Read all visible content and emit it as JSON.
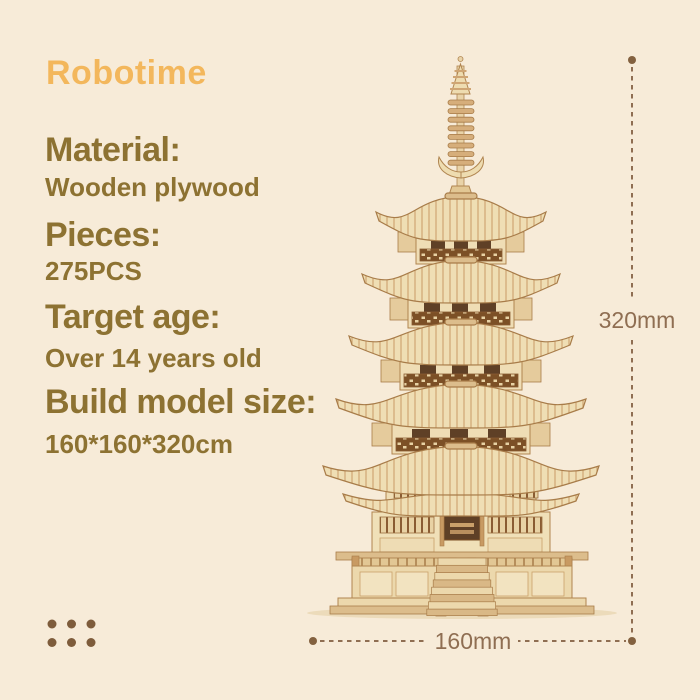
{
  "background_color": "#f7ebd8",
  "brand": {
    "label": "Robotime",
    "color": "#f3b75c"
  },
  "specs": [
    {
      "label": "Material:",
      "value": "Wooden plywood"
    },
    {
      "label": "Pieces:",
      "value": "275PCS"
    },
    {
      "label": "Target age:",
      "value": "Over 14 years old"
    },
    {
      "label": "Build model size:",
      "value": "160*160*320cm"
    }
  ],
  "spec_text_color": "#8d7232",
  "dimensions": {
    "height_label": "320mm",
    "width_label": "160mm",
    "annotation_color": "#8f6e52"
  },
  "illustration": {
    "name": "wooden-five-story-pagoda-3d-puzzle-model",
    "wood_light": "#f0dfb6",
    "wood_mid": "#d9b886",
    "wood_dark": "#7c5026"
  },
  "decor": {
    "dot_grid": "2 rows x 3 dots",
    "dot_color": "#7e5c3b"
  }
}
